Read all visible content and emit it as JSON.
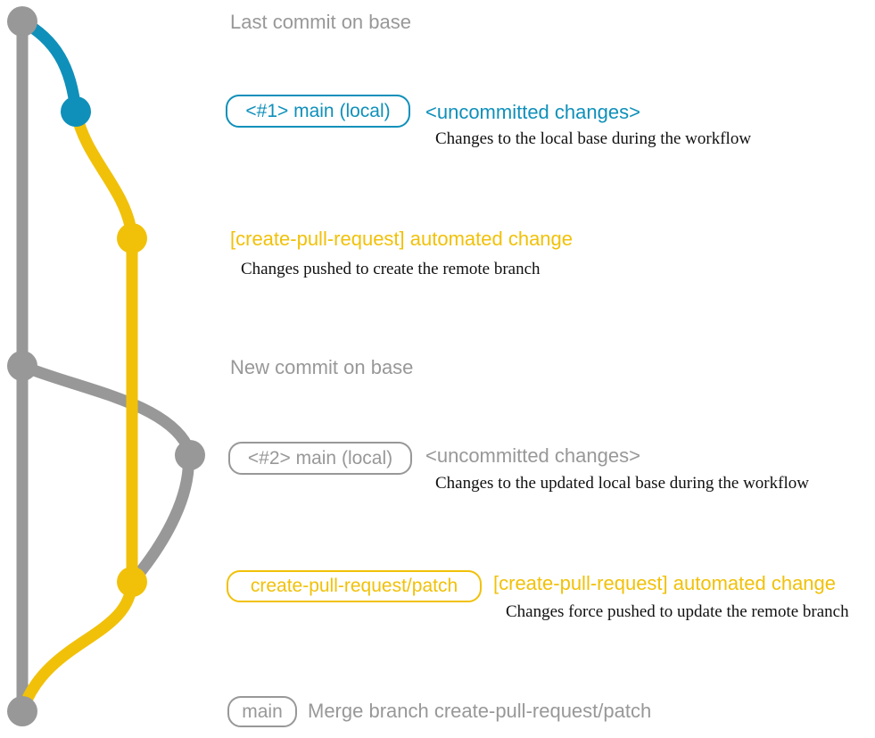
{
  "colors": {
    "gray": "#989898",
    "blue": "#0f90ba",
    "yellow": "#f1c109",
    "annotation": "#111111",
    "background": "#ffffff"
  },
  "diagram": {
    "branches": [
      {
        "name": "base",
        "color": "#989898"
      },
      {
        "name": "main (local)",
        "color": "#0f90ba"
      },
      {
        "name": "create-pull-request/patch",
        "color": "#f1c109"
      }
    ],
    "rows": [
      {
        "title": "Last commit on base"
      },
      {
        "badge": "<#1> main (local)",
        "note": "<uncommitted changes>",
        "description": "Changes to the local base during the workflow"
      },
      {
        "message": "[create-pull-request] automated change",
        "description": "Changes pushed to create the remote branch"
      },
      {
        "title": "New commit on base"
      },
      {
        "badge": "<#2> main (local)",
        "note": "<uncommitted changes>",
        "description": "Changes to the updated local base during the workflow"
      },
      {
        "badge": "create-pull-request/patch",
        "message": "[create-pull-request] automated change",
        "description": "Changes force pushed to update the remote branch"
      },
      {
        "badge": "main",
        "message": "Merge branch create-pull-request/patch"
      }
    ],
    "commit_colors": [
      "gray",
      "blue",
      "yellow",
      "gray",
      "gray",
      "yellow",
      "gray"
    ]
  }
}
